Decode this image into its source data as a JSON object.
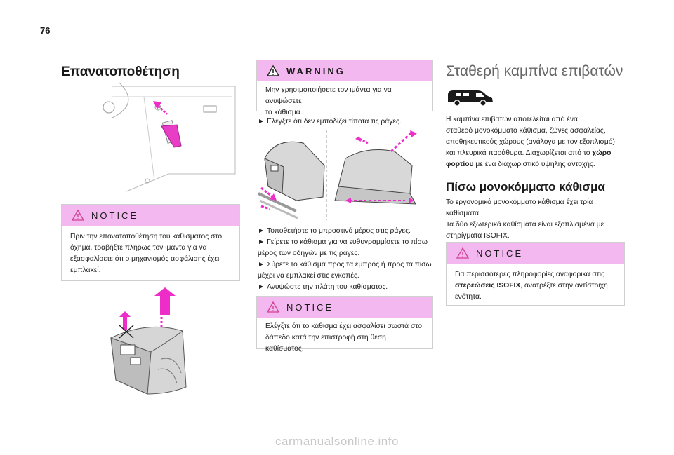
{
  "page": {
    "number": "76"
  },
  "col1": {
    "title": "Επανατοποθέτηση",
    "notice": {
      "label": "NOTICE",
      "text_lines": [
        "Πριν την επανατοποθέτηση του καθίσματος στο",
        "όχημα, τραβήξτε πλήρως τον ιμάντα για να",
        "εξασφαλίσετε ότι ο μηχανισμός ασφάλισης έχει",
        "εμπλακεί."
      ]
    }
  },
  "col2": {
    "warning": {
      "label": "WARNING",
      "text_lines": [
        "Μην χρησιμοποιήσετε τον ιμάντα για να ανυψώσετε",
        "το κάθισμα."
      ]
    },
    "check_line": "Ελέγξτε ότι δεν εμποδίζει τίποτα τις ράγες.",
    "steps": [
      "Τοποθετήστε το μπροστινό μέρος στις ράγες.",
      "Γείρετε το κάθισμα για να ευθυγραμμίσετε το πίσω",
      "μέρος των οδηγών με τις ράγες.",
      "Σύρετε το κάθισμα προς τα εμπρός ή προς τα πίσω",
      "μέχρι να εμπλακεί στις εγκοπές.",
      "Ανυψώστε την πλάτη του καθίσματος."
    ],
    "notice": {
      "label": "NOTICE",
      "text_lines": [
        "Ελέγξτε ότι το κάθισμα έχει ασφαλίσει σωστά στο",
        "δάπεδο κατά την επιστροφή στη θέση καθίσματος."
      ]
    }
  },
  "col3": {
    "title": "Σταθερή καμπίνα επιβατών",
    "intro_lines": [
      "Η καμπίνα επιβατών αποτελείται από ένα",
      "σταθερό μονοκόμματο κάθισμα, ζώνες ασφαλείας,",
      "αποθηκευτικούς χώρους (ανάλογα με τον εξοπλισμό)",
      "και πλευρικά παράθυρα. Διαχωρίζεται από το"
    ],
    "intro_bold_1": "χώρο",
    "intro_bold_2": "φορτίου",
    "intro_end": " με ένα διαχωριστικό υψηλής αντοχής.",
    "subtitle": "Πίσω μονοκόμματο κάθισμα",
    "body_lines": [
      "Το εργονομικό μονοκόμματο κάθισμα έχει τρία",
      "καθίσματα.",
      "Τα δύο εξωτερικά καθίσματα είναι εξοπλισμένα με",
      "στηρίγματα ISOFIX."
    ],
    "notice": {
      "label": "NOTICE",
      "line1": "Για περισσότερες πληροφορίες αναφορικά στις",
      "bold": "στερεώσεις ISOFIX",
      "line2_rest": ", ανατρέξτε στην αντίστοιχη",
      "line3": "ενότητα."
    }
  },
  "watermark": "carmanualsonline.info",
  "colors": {
    "accent": "#e040d8",
    "box_head": "#f3b8ef",
    "arrow": "#ee2cc8"
  }
}
